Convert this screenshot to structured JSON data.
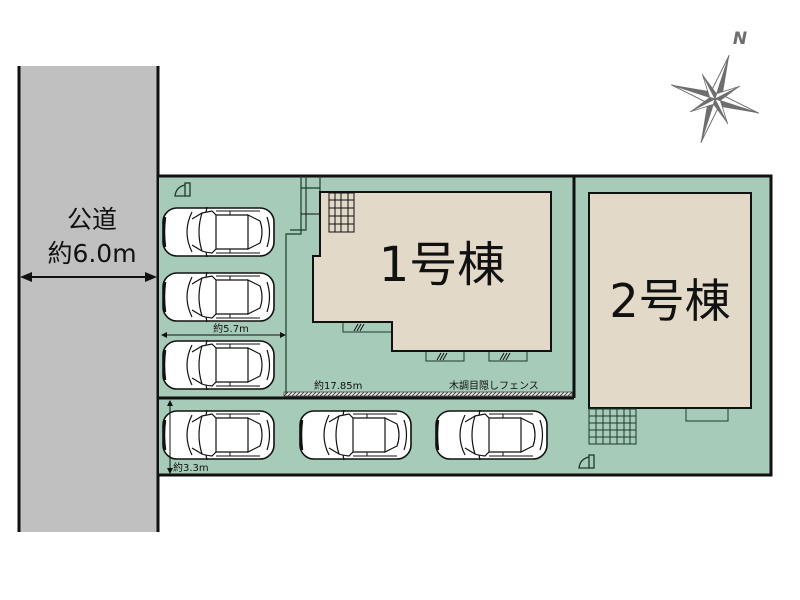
{
  "road": {
    "name": "公道",
    "width_label": "約6.0m"
  },
  "buildings": [
    {
      "label": "1号棟"
    },
    {
      "label": "2号棟"
    }
  ],
  "dimensions": {
    "parking_depth": "約5.7m",
    "parking_width": "約3.3m",
    "fence_length": "約17.85m"
  },
  "annotations": {
    "fence": "木調目隠しフェンス"
  },
  "compass": {
    "north_label": "N"
  },
  "parking_spaces": 6,
  "colors": {
    "lot": "#a6cbb8",
    "road": "#c0c0c0",
    "building": "#e2d9c8",
    "outline": "#111111",
    "compass": "#6e6e6e"
  }
}
